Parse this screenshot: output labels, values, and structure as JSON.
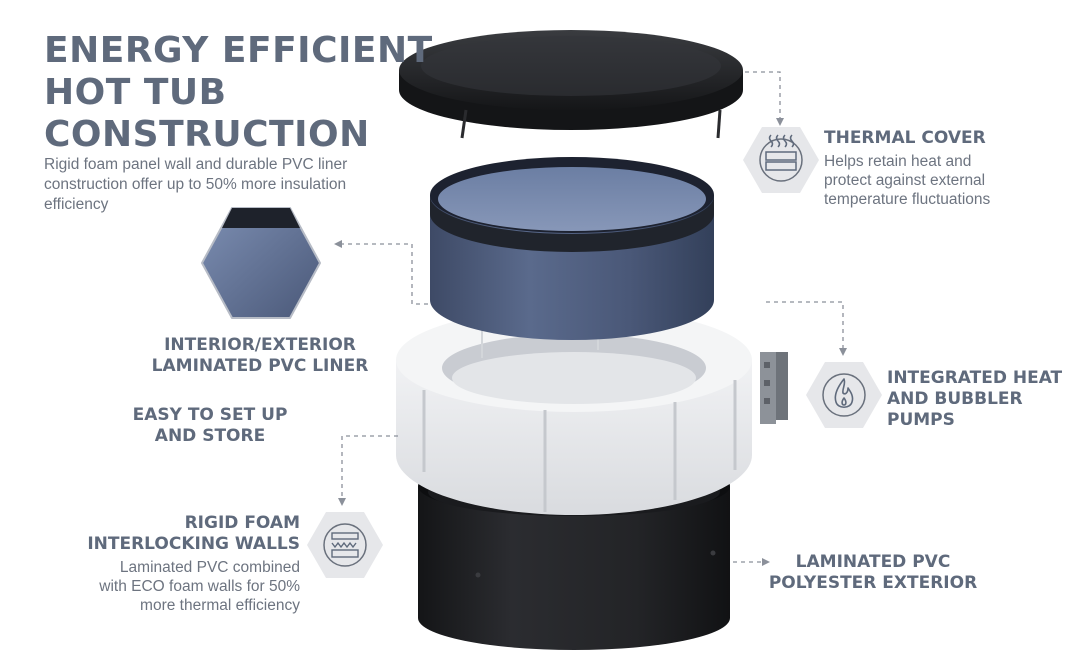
{
  "title": {
    "line1": "ENERGY EFFICIENT",
    "line2": "HOT TUB",
    "line3": "CONSTRUCTION"
  },
  "subtitle": {
    "line1": "Rigid foam panel wall and durable PVC liner",
    "line2": "construction offer up to 50% more insulation",
    "line3": "efficiency"
  },
  "callouts": {
    "thermal_cover": {
      "heading": "THERMAL COVER",
      "desc1": "Helps retain heat and",
      "desc2": "protect against external",
      "desc3": "temperature fluctuations",
      "icon": "heat-cover-icon"
    },
    "liner": {
      "heading1": "INTERIOR/EXTERIOR",
      "heading2": "LAMINATED PVC LINER"
    },
    "heat_pumps": {
      "heading1": "INTEGRATED HEAT",
      "heading2": "AND BUBBLER",
      "heading3": "PUMPS",
      "icon": "flame-icon"
    },
    "setup": {
      "heading1": "EASY TO SET UP",
      "heading2": "AND STORE"
    },
    "foam_walls": {
      "heading1": "RIGID FOAM",
      "heading2": "INTERLOCKING WALLS",
      "desc1": "Laminated PVC combined",
      "desc2": "with ECO foam walls for 50%",
      "desc3": "more thermal efficiency",
      "icon": "foam-layers-icon"
    },
    "exterior": {
      "heading1": "LAMINATED PVC",
      "heading2": "POLYESTER EXTERIOR"
    }
  },
  "colors": {
    "heading": "#5f6a7c",
    "body": "#6d7480",
    "hex_badge": "#e6e7ea",
    "liner_blue": "#4f5f80",
    "foam_white": "#e9eaec",
    "exterior_black": "#1d1e21"
  }
}
